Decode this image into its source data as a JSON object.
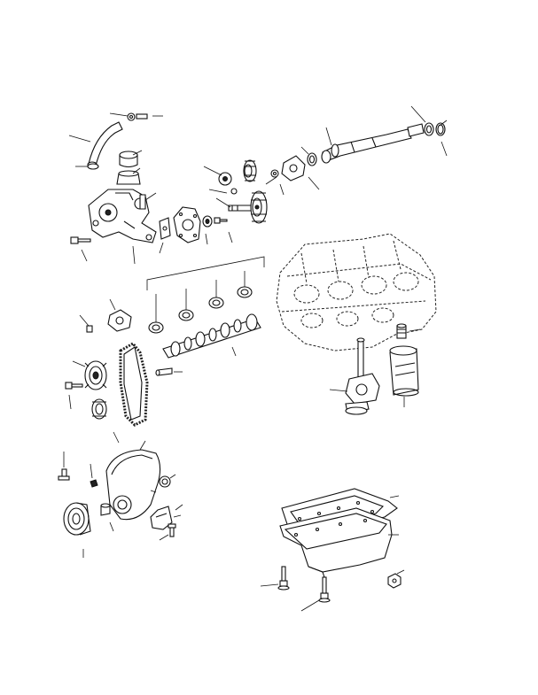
{
  "figure": {
    "description_visible_text": "",
    "colors": {
      "ink": "#111111",
      "paper": "#ffffff"
    },
    "groups": [
      "upper-left-water-pump-assembly",
      "upper-right-timing-gears-and-shaft",
      "middle-left-camshaft-and-bearings",
      "middle-right-engine-block",
      "middle-right-oil-pump-and-filter",
      "lower-left-timing-cover-and-damper",
      "lower-right-oil-pan"
    ]
  }
}
